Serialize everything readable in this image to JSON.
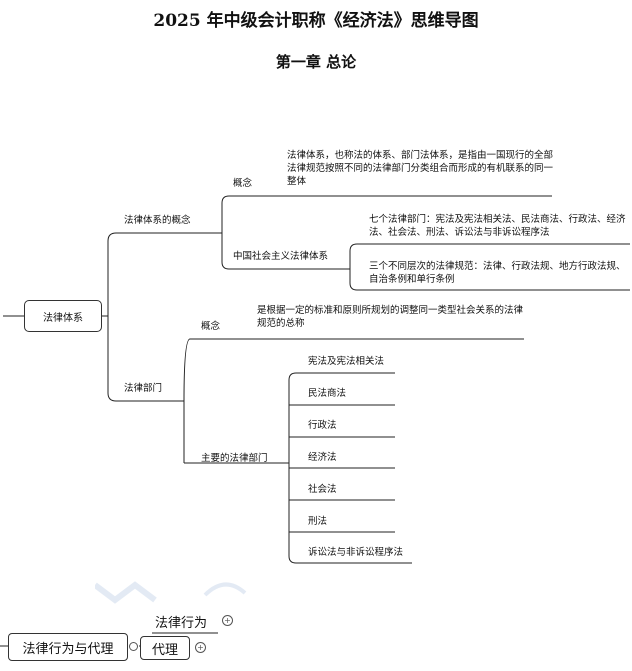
{
  "header": {
    "title": "2025 年中级会计职称《经济法》思维导图",
    "chapter": "第一章 总论"
  },
  "mindmap": {
    "root": "法律体系",
    "legal_system": {
      "label": "法律体系的概念",
      "concept_label": "概念",
      "concept_text": "法律体系，也称法的体系、部门法体系，是指由一国现行的全部法律规范按照不同的法律部门分类组合而形成的有机联系的同一整体",
      "socialist_label": "中国社会主义法律体系",
      "seven_depts": "七个法律部门：宪法及宪法相关法、民法商法、行政法、经济法、社会法、刑法、诉讼法与非诉讼程序法",
      "three_levels": "三个不同层次的法律规范：法律、行政法规、地方行政法规、自治条例和单行条例"
    },
    "legal_dept": {
      "label": "法律部门",
      "concept_label": "概念",
      "concept_text": "是根据一定的标准和原则所规划的调整同一类型社会关系的法律规范的总称",
      "main_label": "主要的法律部门",
      "items": [
        "宪法及宪法相关法",
        "民法商法",
        "行政法",
        "经济法",
        "社会法",
        "刑法",
        "诉讼法与非诉讼程序法"
      ]
    }
  },
  "footer_map": {
    "root": "法律行为与代理",
    "child1": "法律行为",
    "child2": "代理"
  },
  "icons": {
    "expand": "plus-circle-icon",
    "collapse": "collapse-circle-icon"
  }
}
